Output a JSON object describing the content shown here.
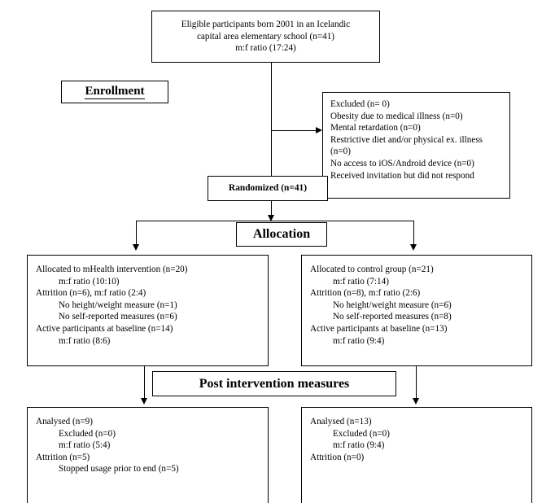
{
  "diagram": {
    "title": "CONSORT participant flow diagram",
    "boxes": {
      "eligible": {
        "text": "Eligible participants born 2001 in an Icelandic\ncapital area elementary school (n=41)\nm:f ratio (17:24)"
      },
      "excluded": {
        "text": "Excluded (n= 0)\nObesity due to medical illness (n=0)\nMental retardation (n=0)\nRestrictive diet and/or physical ex. illness\n(n=0)\nNo access to iOS/Android device (n=0)\nReceived invitation but did not respond"
      },
      "randomized": {
        "text": "Randomized (n=41)"
      },
      "allocated_intervention": {
        "text": "Allocated to mHealth intervention (n=20)\n          m:f ratio (10:10)\nAttrition (n=6), m:f ratio (2:4)\n          No height/weight measure (n=1)\n          No self-reported measures (n=6)\nActive participants at baseline (n=14)\n          m:f ratio (8:6)"
      },
      "allocated_control": {
        "text": "Allocated to control group (n=21)\n          m:f ratio (7:14)\nAttrition (n=8), m:f ratio (2:6)\n          No height/weight measure (n=6)\n          No self-reported measures (n=8)\nActive participants at baseline (n=13)\n          m:f ratio (9:4)"
      },
      "analysed_intervention": {
        "text": "Analysed (n=9)\n          Excluded (n=0)\n          m:f ratio (5:4)\nAttrition (n=5)\n          Stopped usage prior to end (n=5)"
      },
      "analysed_control": {
        "text": "Analysed (n=13)\n          Excluded (n=0)\n          m:f ratio (9:4)\nAttrition (n=0)"
      }
    },
    "stage_labels": {
      "enrollment": "Enrollment",
      "allocation": "Allocation",
      "post_intervention": "Post intervention measures"
    },
    "colors": {
      "line": "#000000",
      "background": "#ffffff",
      "text": "#000000"
    }
  }
}
